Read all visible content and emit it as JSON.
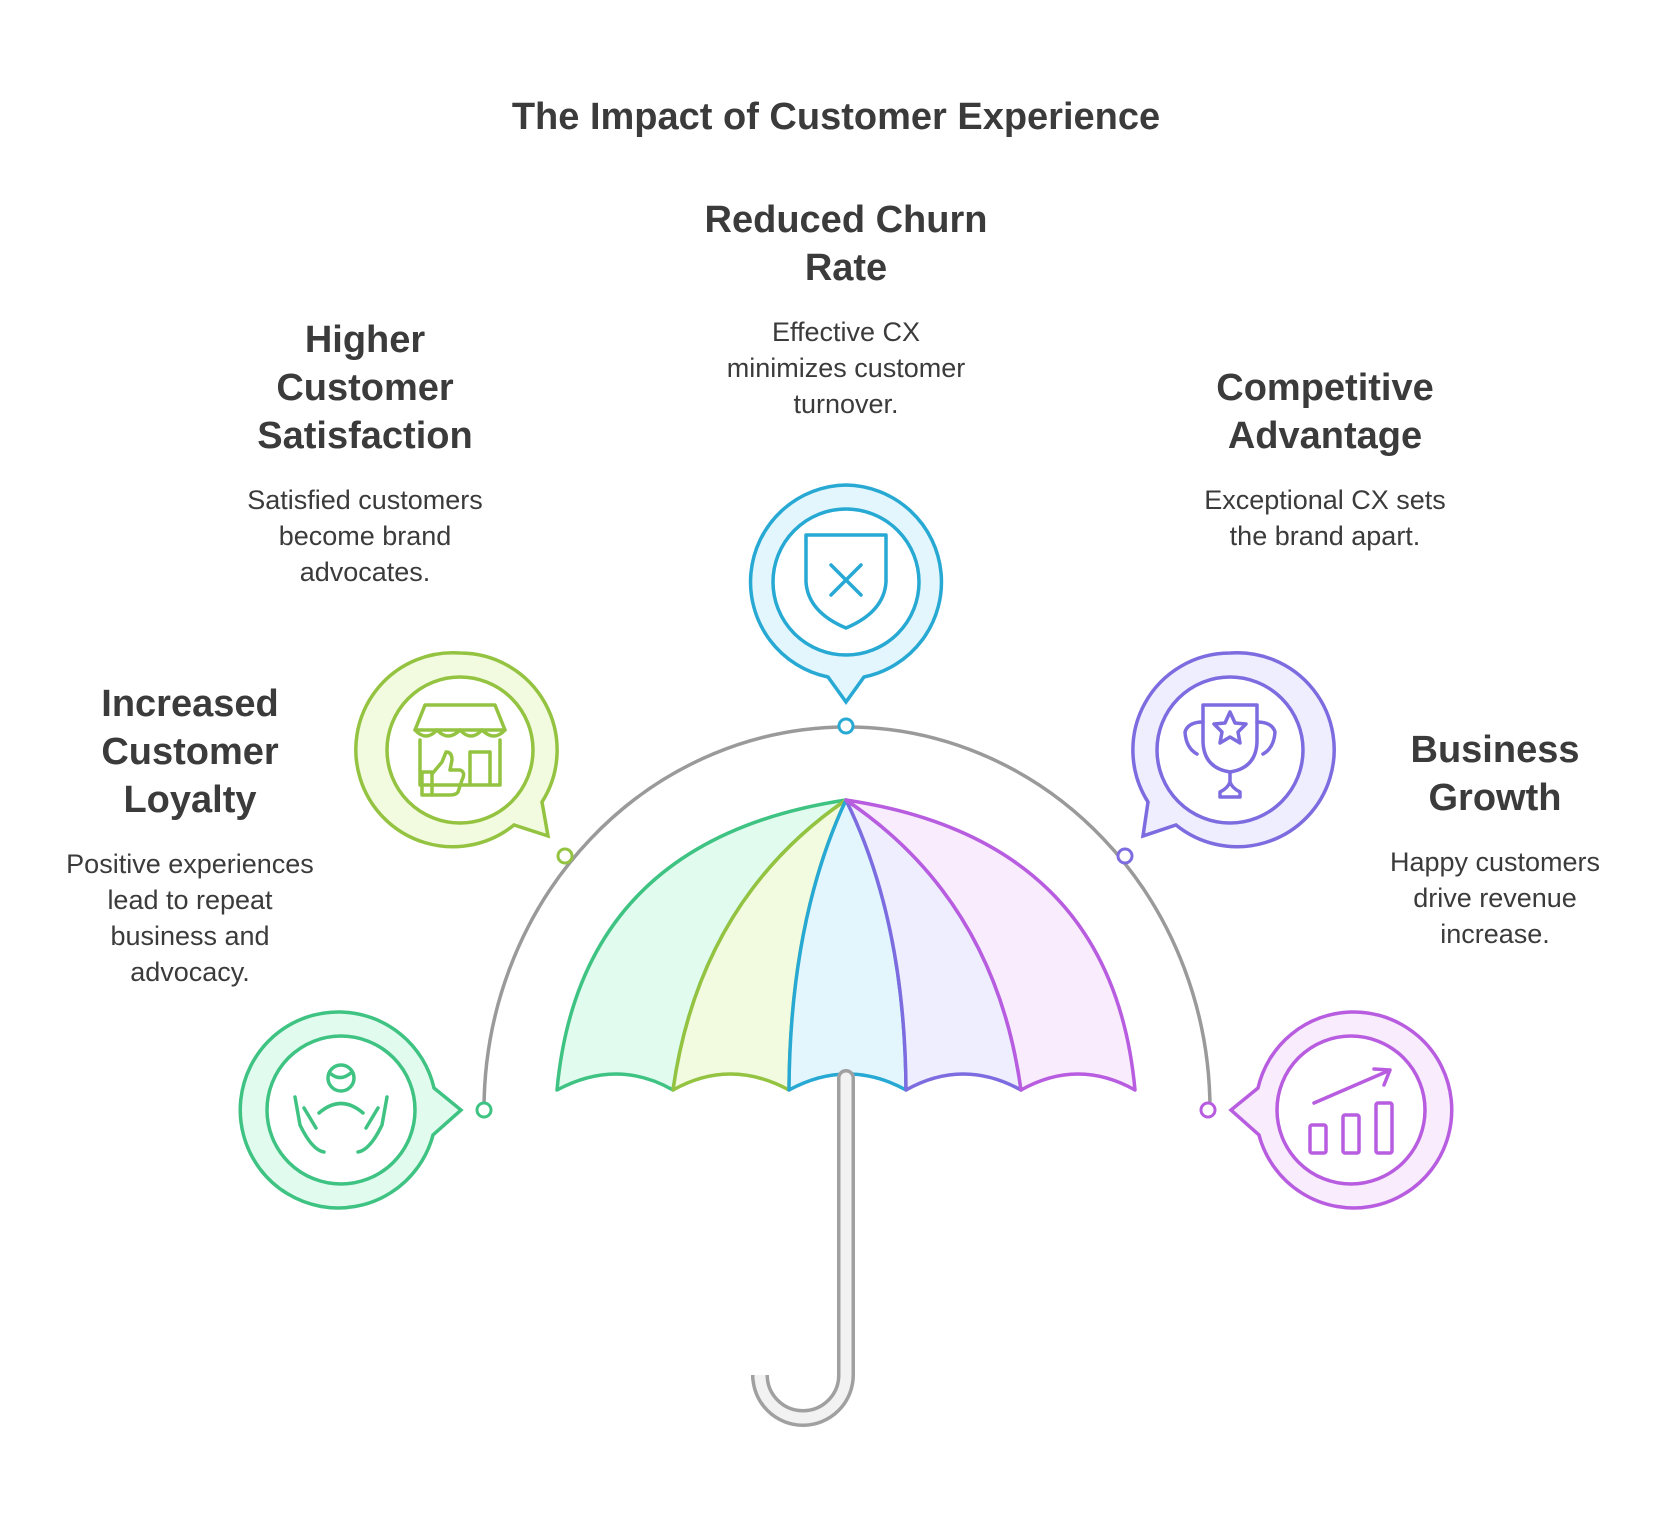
{
  "title": "The Impact of Customer Experience",
  "items": [
    {
      "key": "loyalty",
      "heading": [
        "Increased",
        "Customer",
        "Loyalty"
      ],
      "description": [
        "Positive experiences",
        "lead to repeat",
        "business and",
        "advocacy."
      ],
      "icon": "hands-person-icon",
      "color": "#3fc383",
      "fill": "#e2fbef"
    },
    {
      "key": "satisfaction",
      "heading": [
        "Higher",
        "Customer",
        "Satisfaction"
      ],
      "description": [
        "Satisfied customers",
        "become brand",
        "advocates."
      ],
      "icon": "store-thumbs-up-icon",
      "color": "#94c341",
      "fill": "#f2fbdf"
    },
    {
      "key": "churn",
      "heading": [
        "Reduced Churn",
        "Rate"
      ],
      "description": [
        "Effective CX",
        "minimizes customer",
        "turnover."
      ],
      "icon": "shield-x-icon",
      "color": "#27a9d4",
      "fill": "#e4f6fd"
    },
    {
      "key": "advantage",
      "heading": [
        "Competitive",
        "Advantage"
      ],
      "description": [
        "Exceptional CX sets",
        "the brand apart."
      ],
      "icon": "trophy-star-icon",
      "color": "#7d6ce0",
      "fill": "#efeefe"
    },
    {
      "key": "growth",
      "heading": [
        "Business",
        "Growth"
      ],
      "description": [
        "Happy customers",
        "drive revenue",
        "increase."
      ],
      "icon": "bar-chart-growth-icon",
      "color": "#b85de0",
      "fill": "#f8ecfd"
    }
  ]
}
